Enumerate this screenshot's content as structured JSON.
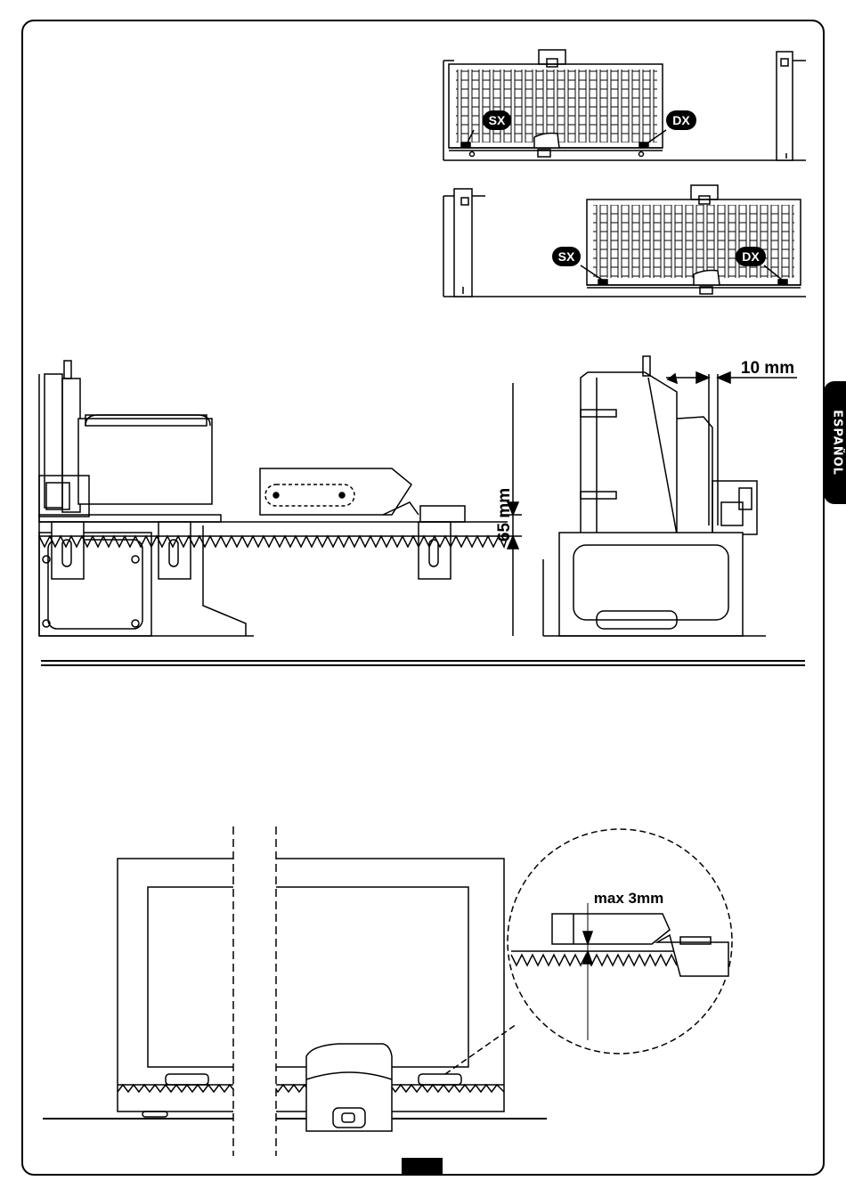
{
  "side_tab": {
    "label": "ESPAÑOL"
  },
  "figure_gates": {
    "top_gate": {
      "left_marker": "SX",
      "right_marker": "DX"
    },
    "bottom_gate": {
      "left_marker": "SX",
      "right_marker": "DX"
    }
  },
  "figure_rack": {
    "height_dimension": "65 mm",
    "gap_dimension": "10 mm"
  },
  "figure_clearance": {
    "max_gap": "max 3mm"
  }
}
